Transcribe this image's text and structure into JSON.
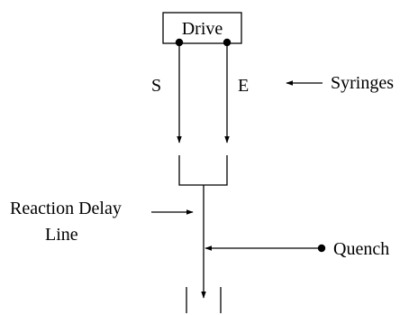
{
  "diagram": {
    "drive_label": "Drive",
    "syringe_s_label": "S",
    "syringe_e_label": "E",
    "syringes_label": "Syringes",
    "reaction_delay_label_line1": "Reaction Delay",
    "reaction_delay_label_line2": "Line",
    "quench_label": "Quench"
  },
  "colors": {
    "ink": "#000000",
    "background": "#ffffff"
  }
}
